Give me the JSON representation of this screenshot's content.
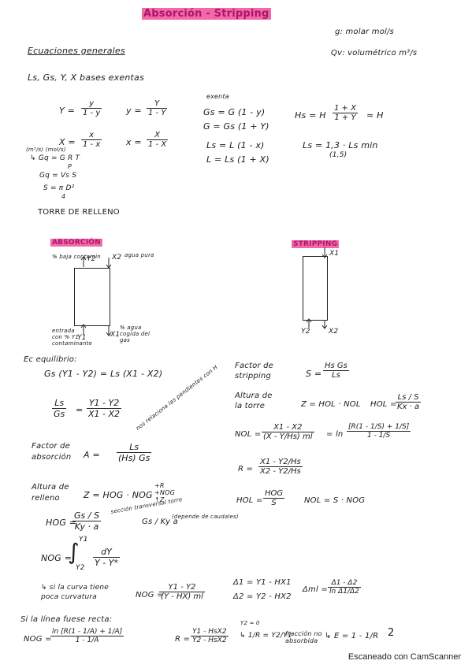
{
  "title": "Absorción - Stripping",
  "general_equations": "Ecuaciones generales",
  "base_note": "Ls, Gs, Y, X bases exentas",
  "units": {
    "g": "g: molar mol/s",
    "q": "Qv: volumétrico m³/s"
  },
  "defs": {
    "Y_eq": {
      "lhs": "Y =",
      "num": "y",
      "den": "1 - y"
    },
    "y_eq": {
      "lhs": "y =",
      "num": "Y",
      "den": "1 - Y"
    },
    "X_eq": {
      "lhs": "X =",
      "num": "x",
      "den": "1 - x"
    },
    "x_eq": {
      "lhs": "x =",
      "num": "X",
      "den": "1 - X"
    },
    "exenta_note": "exenta",
    "Gs1": "Gs = G (1 - y)",
    "Gs2": "G = Gs (1 + Y)",
    "Ls1": "Ls = L (1 - x)",
    "Ls2": "L = Ls (1 + X)",
    "Hs": "Hs = H",
    "Hs_num": "1 + X",
    "Hs_den": "1 + Y",
    "Hs_approx": "≈ H",
    "Ls_min": "Ls = 1,3 · Ls min",
    "Ls_min2": "(1,5)",
    "side1": "(m³/s)   (mol/s)",
    "side2": "↳ Gq = G R T",
    "side2b": "P",
    "side3": "Gq = Vs S",
    "side4": "S = π D²",
    "side4b": "4"
  },
  "torre_title": "TORRE DE RELLENO",
  "absorcion": {
    "label": "ABSORCIÓN",
    "top_left": "% baja contamin",
    "Y2": "Y2",
    "X2": "X2",
    "top_right": "agua pura",
    "bottom_left": "entrada con % Y1 contaminante",
    "Y1": "Y1",
    "X1": "X1",
    "bottom_right": "% agua cogida del gas"
  },
  "stripping": {
    "label": "STRIPPING",
    "X1": "X1",
    "Y2": "Y2",
    "X2": "X2"
  },
  "left_col": {
    "equilibrio": "Ec equilibrio:",
    "gs_bal": "Gs (Y1 - Y2) = Ls (X1 - X2)",
    "ratio_lhs_num": "Ls",
    "ratio_lhs_den": "Gs",
    "ratio_rhs_num": "Y1 - Y2",
    "ratio_rhs_den": "X1 - X2",
    "factor": "Factor de absorción",
    "factor_A": "A =",
    "factor_num": "Ls",
    "factor_den": "(Hs) Gs",
    "factor_note": "nos relaciona las pendientes con H",
    "altura": "Altura de relleno",
    "altura_eq": "Z = HOG · NOG",
    "altura_right": "+R +NOG ↑Z",
    "hog_lhs": "HOG =",
    "hog_num": "Gs / S",
    "hog_den": "Ky · a",
    "hog_note": "sección transversal torre",
    "hog_right": "Gs / Ky a",
    "hog_right_note": "(depende de caudales)",
    "nog_lhs": "NOG =",
    "nog_int": "∫",
    "nog_upper": "Y1",
    "nog_lower": "Y2",
    "nog_num": "dY",
    "nog_den": "Y - Y*",
    "curva": "↳ si la curva tiene poca curvatura",
    "curva_eq_lhs": "NOG =",
    "curva_num": "Y1 - Y2",
    "curva_den": "(Y - HX) ml",
    "delta1": "Δ1 = Y1 - HX1",
    "delta2": "Δ2 = Y2 - HX2",
    "dml_lhs": "Δml =",
    "dml_num": "Δ1 - Δ2",
    "dml_den": "ln Δ1/Δ2",
    "recta": "Si la línea fuese recta:",
    "recta_lhs": "NOG =",
    "recta_num": "ln [R(1 - 1/A) + 1/A]",
    "recta_den": "1 - 1/A",
    "r_lhs": "R =",
    "r_num": "Y1 - HsX2",
    "r_den": "Y2 - HsX2",
    "r_note": "Y2 ≈ 0",
    "r_arrow": "↳ 1/R = Y2/Y1",
    "fraccion": "fracción no absorbida",
    "e_eq": "↳ E = 1 - 1/R",
    "two": "2"
  },
  "right_col": {
    "factor": "Factor de stripping",
    "S_lhs": "S =",
    "S_num": "Hs Gs",
    "S_den": "Ls",
    "altura": "Altura de la torre",
    "altura_eq": "Z = HOL · NOL",
    "hol_lhs": "HOL =",
    "hol_num": "Ls / S",
    "hol_den": "Kx · a",
    "nol_lhs": "NOL =",
    "nol_num": "X1 - X2",
    "nol_den": "(X - Y/Hs) ml",
    "nol_eq": "= ln",
    "nol_rnum": "[R(1 - 1/S) + 1/S]",
    "nol_rden": "1 - 1/S",
    "r_lhs": "R =",
    "r_num": "X1 - Y2/Hs",
    "r_den": "X2 - Y2/Hs",
    "hol2_lhs": "HOL =",
    "hol2_num": "HOG",
    "hol2_den": "S",
    "nol2": "NOL = S · NOG"
  },
  "footer": "Escaneado con CamScanner"
}
